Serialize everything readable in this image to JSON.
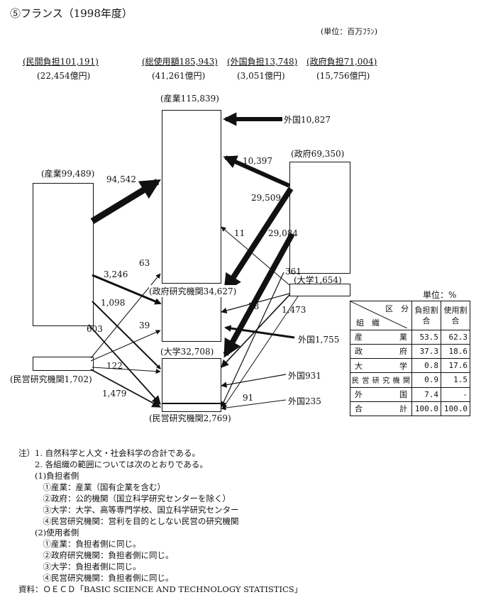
{
  "title": "⑤フランス（1998年度）",
  "unit": "(単位：百万ﾌﾗﾝ)",
  "headers": {
    "private": {
      "label": "(民間負担101,191)",
      "sub": "(22,454億円)"
    },
    "total": {
      "label": "(総使用額185,943)",
      "sub": "(41,261億円)"
    },
    "foreign": {
      "label": "(外国負担13,748)",
      "sub": "(3,051億円)"
    },
    "government": {
      "label": "(政府負担71,004)",
      "sub": "(15,756億円)"
    }
  },
  "nodes": {
    "industry_funder": "(産業99,489)",
    "private_inst_funder": "(民営研究機関1,702)",
    "industry_user": "(産業115,839)",
    "gov_inst_user": "(政府研究機関34,627)",
    "university_user": "(大学32,708)",
    "private_inst_user": "(民営研究機関2,769)",
    "government_funder": "(政府69,350)",
    "university_funder": "(大学1,654)"
  },
  "foreign_labels": {
    "to_industry": "外国10,827",
    "to_gov_inst": "外国1,755",
    "to_university": "外国931",
    "to_private_inst": "外国235"
  },
  "flow_labels": {
    "ind_to_ind": "94,542",
    "ind_to_gov": "3,246",
    "ind_to_univ": "1,098",
    "ind_to_priv": "603",
    "gov_to_ind": "10,397",
    "gov_to_gov": "29,509",
    "gov_to_univ": "29,084",
    "univ_to_ind": "11",
    "univ_to_gov": "78",
    "univ_to_univ": "1,473",
    "univ_to_priv": "91",
    "govf_to_priv": "361",
    "priv_to_ind": "63",
    "priv_to_gov": "39",
    "priv_to_univ": "122",
    "priv_to_priv": "1,479"
  },
  "share_table": {
    "unit": "単位：%",
    "header_top": "区　分",
    "header_bottom": "組　織",
    "col1": "負担割合",
    "col2": "使用割合",
    "rows": [
      {
        "label": "産業",
        "burden": "53.5",
        "use": "62.3"
      },
      {
        "label": "政府",
        "burden": "37.3",
        "use": "18.6"
      },
      {
        "label": "大学",
        "burden": "0.8",
        "use": "17.6"
      },
      {
        "label": "民営研究機関",
        "burden": "0.9",
        "use": "1.5"
      },
      {
        "label": "外国",
        "burden": "7.4",
        "use": "-"
      }
    ],
    "total": {
      "label": "合計",
      "burden": "100.0",
      "use": "100.0"
    }
  },
  "notes": [
    "注）1. 自然科学と人文・社会科学の合計である。",
    "　　2. 各組織の範囲については次のとおりである。",
    "　　(1)負担者側",
    "　　　①産業：産業（国有企業を含む）",
    "　　　②政府：公的機関（国立科学研究センターを除く）",
    "　　　③大学：大学、高等専門学校、国立科学研究センター",
    "　　　④民営研究機関：営利を目的としない民営の研究機関",
    "　　(2)使用者側",
    "　　　①産業：負担者側に同じ。",
    "　　　②政府研究機関：負担者側に同じ。",
    "　　　③大学：負担者側に同じ。",
    "　　　④民営研究機関：負担者側に同じ。",
    "資料：ＯＥＣＤ「BASIC SCIENCE AND TECHNOLOGY STATISTICS」"
  ]
}
